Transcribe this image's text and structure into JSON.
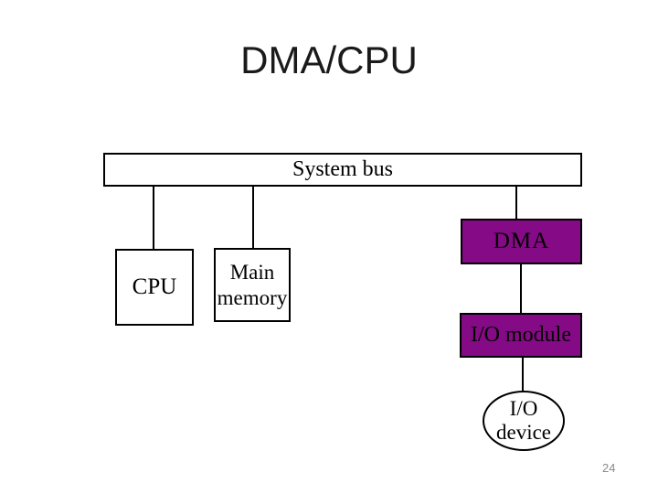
{
  "slide": {
    "title": "DMA/CPU",
    "page_number": "24",
    "colors": {
      "purple": "#850a85",
      "line": "#000000",
      "title": "#1a1a1a",
      "gray": "#8a8a8a"
    }
  },
  "diagram": {
    "system_bus": {
      "label": "System bus"
    },
    "cpu": {
      "label": "CPU"
    },
    "main_memory": {
      "label": "Main memory"
    },
    "dma": {
      "label": "DMA"
    },
    "io_module": {
      "label": "I/O module"
    },
    "io_device": {
      "label": "I/O device"
    }
  }
}
